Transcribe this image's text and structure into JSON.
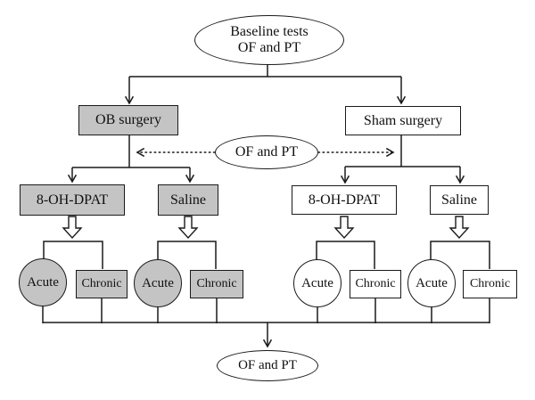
{
  "figure": {
    "baseline": {
      "line1": "Baseline tests",
      "line2": "OF and PT"
    },
    "interim_test": "OF and PT",
    "final_test": "OF and PT",
    "branches": {
      "ob": {
        "surgery": "OB surgery",
        "treatments": [
          {
            "drug": "8-OH-DPAT",
            "acute": "Acute",
            "chronic": "Chronic"
          },
          {
            "drug": "Saline",
            "acute": "Acute",
            "chronic": "Chronic"
          }
        ]
      },
      "sham": {
        "surgery": "Sham surgery",
        "treatments": [
          {
            "drug": "8-OH-DPAT",
            "acute": "Acute",
            "chronic": "Chronic"
          },
          {
            "drug": "Saline",
            "acute": "Acute",
            "chronic": "Chronic"
          }
        ]
      }
    },
    "colors": {
      "ob_fill": "#c4c4c4",
      "sham_fill": "#ffffff",
      "stroke": "#1a1a1a",
      "background": "#ffffff"
    }
  }
}
